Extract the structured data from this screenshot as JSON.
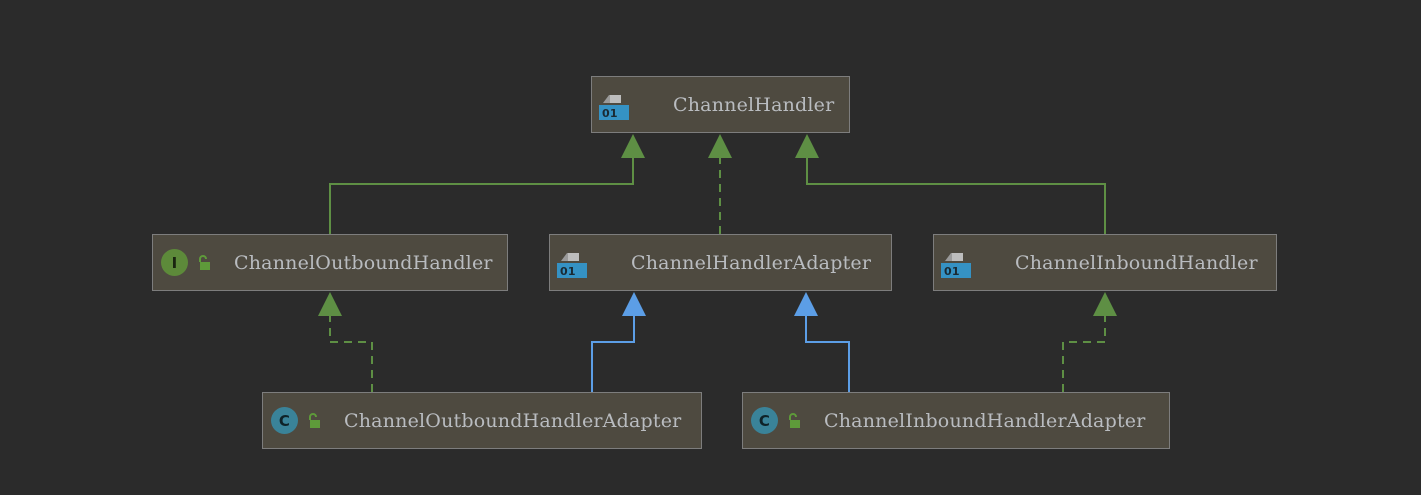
{
  "nodes": {
    "channel_handler": {
      "label": "ChannelHandler",
      "icon": "abstract-file-icon"
    },
    "channel_outbound_handler": {
      "label": "ChannelOutboundHandler",
      "icon": "interface-icon",
      "icon_letter": "I"
    },
    "channel_handler_adapter": {
      "label": "ChannelHandlerAdapter",
      "icon": "abstract-file-icon"
    },
    "channel_inbound_handler": {
      "label": "ChannelInboundHandler",
      "icon": "abstract-file-icon"
    },
    "channel_outbound_handler_adapter": {
      "label": "ChannelOutboundHandlerAdapter",
      "icon": "class-icon",
      "icon_letter": "C"
    },
    "channel_inbound_handler_adapter": {
      "label": "ChannelInboundHandlerAdapter",
      "icon": "class-icon",
      "icon_letter": "C"
    }
  },
  "file_icon_text": "01",
  "colors": {
    "background": "#2b2b2b",
    "node_fill": "#4e4a40",
    "node_border": "#7d7d7d",
    "text": "#b9bcc0",
    "edge_green": "#5e8f44",
    "edge_blue": "#5c9ee6",
    "interface_icon": "#5d8a3a",
    "class_icon": "#3a8399",
    "file_icon_blue": "#3592c4",
    "lock_green": "#5e9a3a"
  },
  "edges": [
    {
      "from": "channel_outbound_handler",
      "to": "channel_handler",
      "style": "solid",
      "color": "green"
    },
    {
      "from": "channel_handler_adapter",
      "to": "channel_handler",
      "style": "dashed",
      "color": "green"
    },
    {
      "from": "channel_inbound_handler",
      "to": "channel_handler",
      "style": "solid",
      "color": "green"
    },
    {
      "from": "channel_outbound_handler_adapter",
      "to": "channel_outbound_handler",
      "style": "dashed",
      "color": "green"
    },
    {
      "from": "channel_outbound_handler_adapter",
      "to": "channel_handler_adapter",
      "style": "solid",
      "color": "blue"
    },
    {
      "from": "channel_inbound_handler_adapter",
      "to": "channel_handler_adapter",
      "style": "solid",
      "color": "blue"
    },
    {
      "from": "channel_inbound_handler_adapter",
      "to": "channel_inbound_handler",
      "style": "dashed",
      "color": "green"
    }
  ]
}
